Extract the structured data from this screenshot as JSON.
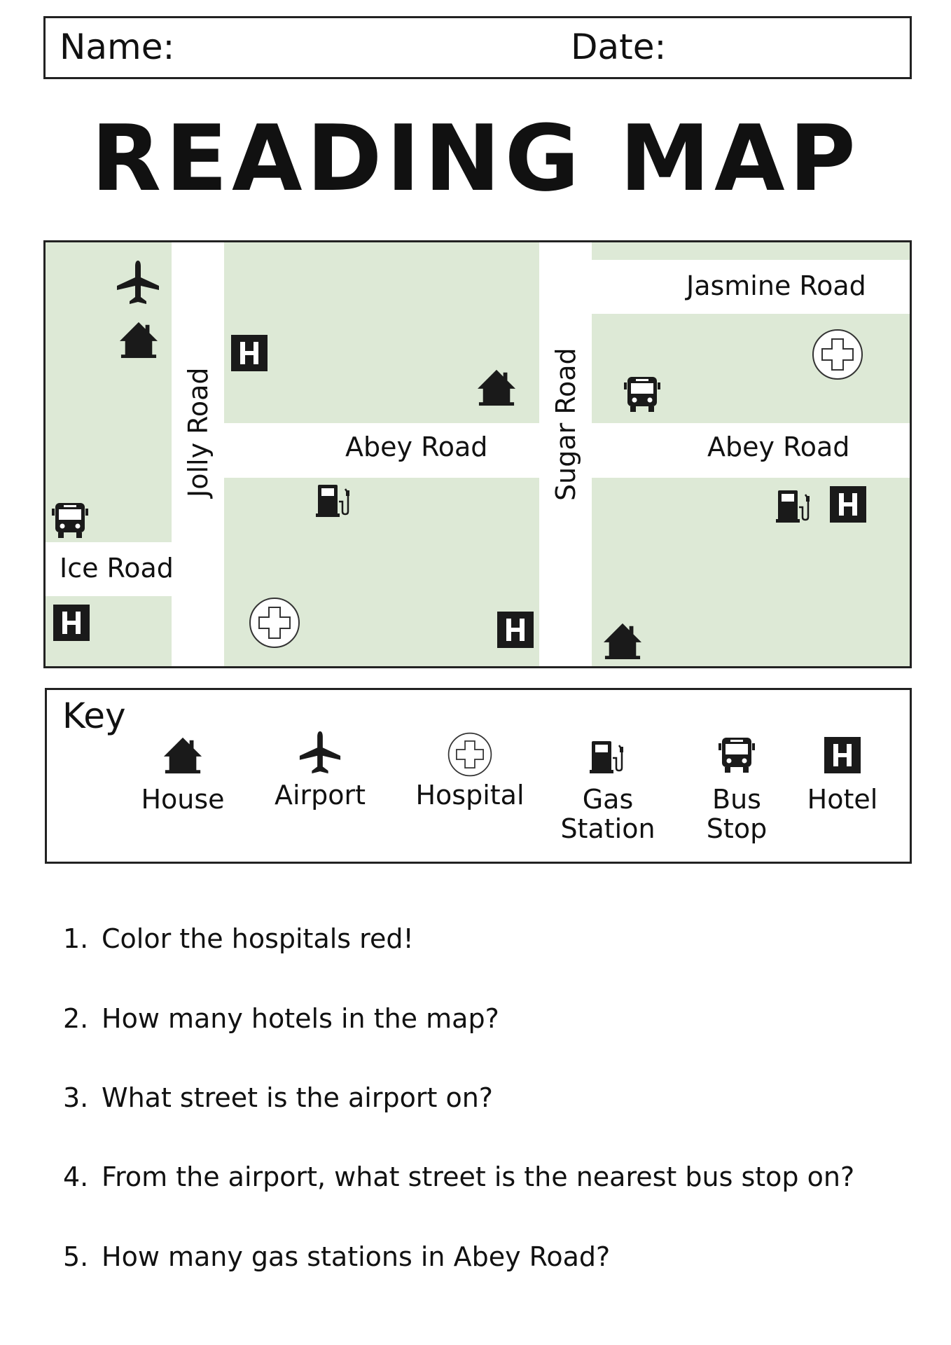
{
  "header": {
    "name_label": "Name:",
    "date_label": "Date:"
  },
  "title": "READING MAP",
  "map": {
    "roads": {
      "jolly": "Jolly Road",
      "sugar": "Sugar Road",
      "abey_left": "Abey Road",
      "abey_right": "Abey Road",
      "jasmine": "Jasmine Road",
      "ice": "Ice Road"
    },
    "icons": [
      {
        "type": "airport-icon"
      },
      {
        "type": "house-icon"
      },
      {
        "type": "hotel-icon"
      },
      {
        "type": "house-icon"
      },
      {
        "type": "bus-stop-icon"
      },
      {
        "type": "hospital-icon"
      },
      {
        "type": "gas-station-icon"
      },
      {
        "type": "hotel-icon"
      },
      {
        "type": "hospital-icon"
      },
      {
        "type": "hotel-icon"
      },
      {
        "type": "bus-stop-icon"
      },
      {
        "type": "hotel-icon"
      },
      {
        "type": "house-icon"
      },
      {
        "type": "gas-station-icon"
      },
      {
        "type": "hotel-icon"
      }
    ],
    "colors": {
      "block_fill": "#dde9d6",
      "road_fill": "#ffffff",
      "icon_fill": "#1a1a1a"
    }
  },
  "key": {
    "title": "Key",
    "items": [
      {
        "icon": "house-icon",
        "label": "House"
      },
      {
        "icon": "airport-icon",
        "label": "Airport"
      },
      {
        "icon": "hospital-icon",
        "label": "Hospital"
      },
      {
        "icon": "gas-station-icon",
        "label_line1": "Gas",
        "label_line2": "Station"
      },
      {
        "icon": "bus-stop-icon",
        "label_line1": "Bus",
        "label_line2": "Stop"
      },
      {
        "icon": "hotel-icon",
        "label": "Hotel"
      }
    ]
  },
  "questions": [
    {
      "num": "1.",
      "text": "Color the hospitals red!"
    },
    {
      "num": "2.",
      "text": "How many hotels in the map?"
    },
    {
      "num": "3.",
      "text": "What street is the airport on?"
    },
    {
      "num": "4.",
      "text": "From the airport, what street is the nearest bus stop on?"
    },
    {
      "num": "5.",
      "text": "How many gas stations in Abey Road?"
    }
  ]
}
